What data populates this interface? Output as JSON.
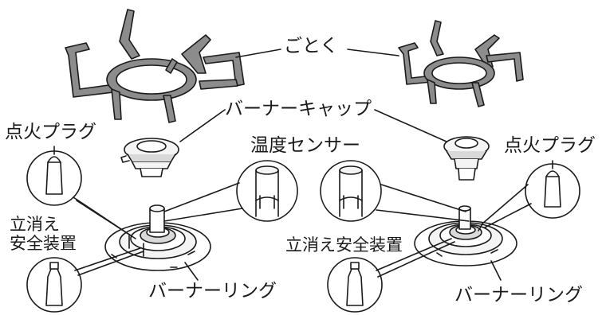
{
  "labels": {
    "gotoku": "ごとく",
    "burner_cap": "バーナーキャップ",
    "ignition_plug_left": "点火プラグ",
    "ignition_plug_right": "点火プラグ",
    "temp_sensor": "温度センサー",
    "flame_failure_left_line1": "立消え",
    "flame_failure_left_line2": "安全装置",
    "flame_failure_right": "立消え安全装置",
    "burner_ring_left": "バーナーリング",
    "burner_ring_right": "バーナーリング"
  },
  "colors": {
    "ink": "#1a1a1a",
    "grate_fill": "#8c8c8c",
    "part_fill": "#f4f4f4",
    "shade": "#d9d9d9"
  }
}
